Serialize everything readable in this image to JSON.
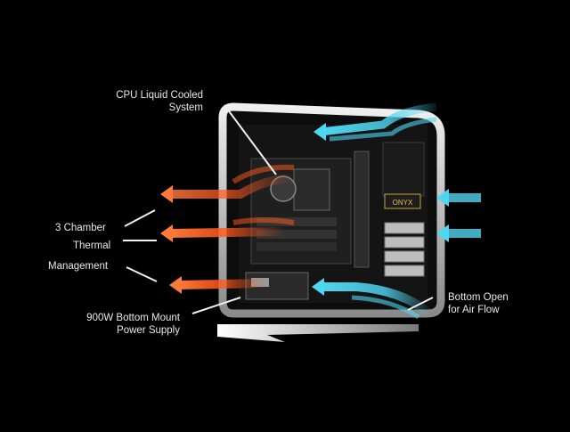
{
  "labels": {
    "cpu_cooling": [
      "CPU Liquid Cooled",
      "System"
    ],
    "chamber": [
      "3 Chamber",
      "Thermal",
      "Management"
    ],
    "psu": [
      "900W  Bottom Mount",
      "Power Supply"
    ],
    "bottom_open": [
      "Bottom Open",
      "for  Air Flow"
    ],
    "case_badge": "ONYX"
  },
  "colors": {
    "background": "#000000",
    "hot_air": "#ff5a1f",
    "cool_air": "#4fd7f2",
    "case_frame": "#c9c9c9",
    "label_text": "#e8e8e8"
  }
}
